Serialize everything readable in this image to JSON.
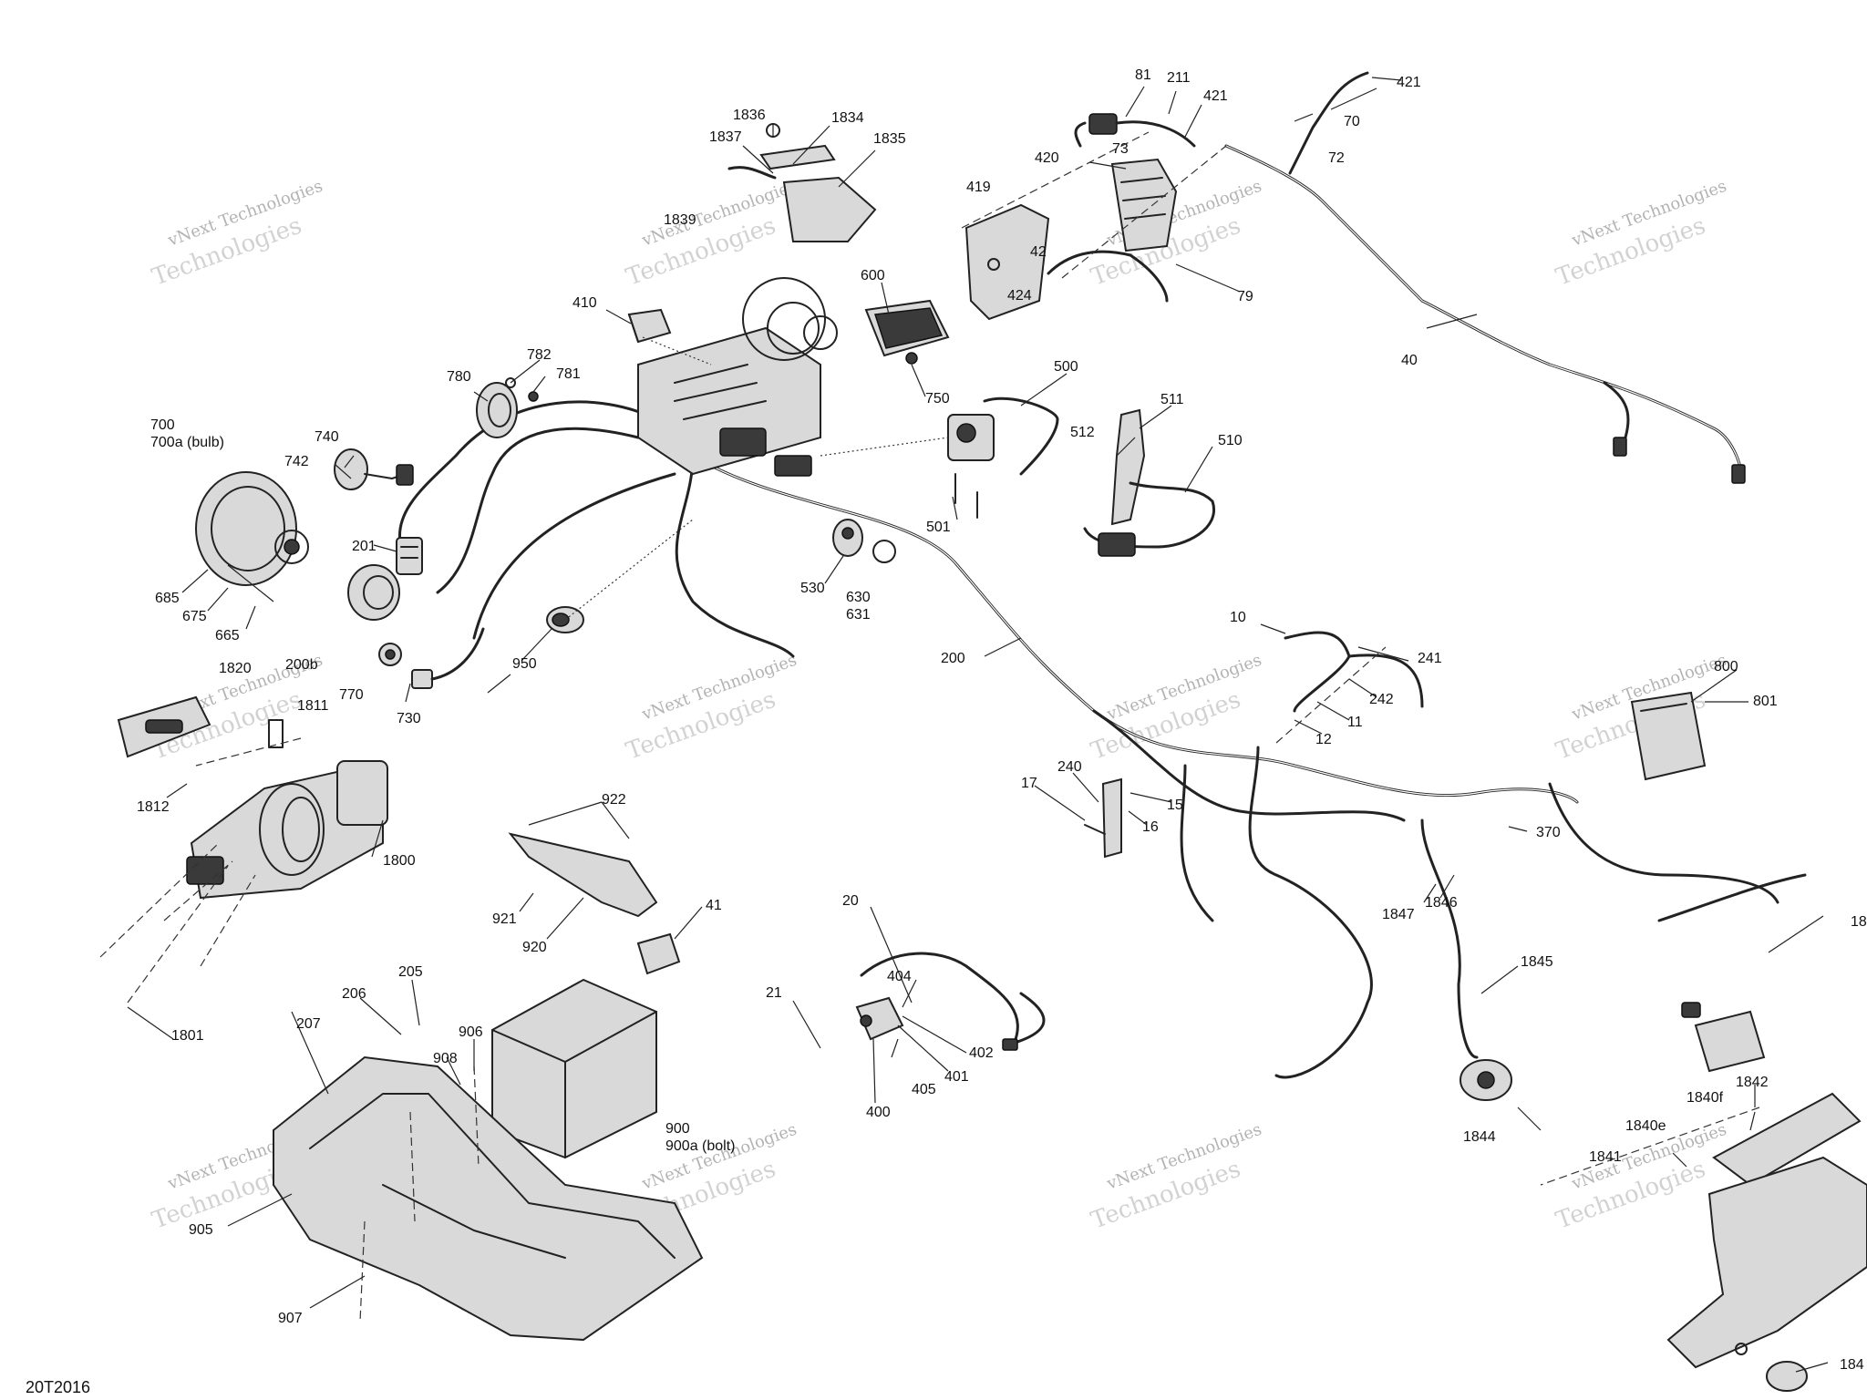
{
  "diagram_code": "20T2016",
  "watermark": {
    "line1": "vNext Technologies",
    "line2": "Technologies"
  },
  "labels": [
    "1836",
    "1834",
    "1837",
    "1835",
    "1839",
    "81",
    "211",
    "421",
    "421",
    "70",
    "420",
    "73",
    "72",
    "419",
    "42",
    "424",
    "79",
    "40",
    "410",
    "600",
    "750",
    "782",
    "781",
    "780",
    "500",
    "511",
    "512",
    "510",
    "501",
    "700",
    "700a (bulb)",
    "740",
    "742",
    "201",
    "685",
    "675",
    "665",
    "200b",
    "1820",
    "1811",
    "770",
    "730",
    "950",
    "530",
    "630",
    "631",
    "200",
    "10",
    "241",
    "242",
    "11",
    "12",
    "800",
    "801",
    "240",
    "17",
    "15",
    "16",
    "370",
    "1812",
    "1800",
    "922",
    "921",
    "920",
    "41",
    "20",
    "404",
    "21",
    "402",
    "401",
    "405",
    "400",
    "1847",
    "1846",
    "1845",
    "1801",
    "205",
    "206",
    "207",
    "906",
    "908",
    "900",
    "900a (bolt)",
    "905",
    "907",
    "1844",
    "1842",
    "1840f",
    "1840e",
    "1841",
    "18",
    "184"
  ]
}
